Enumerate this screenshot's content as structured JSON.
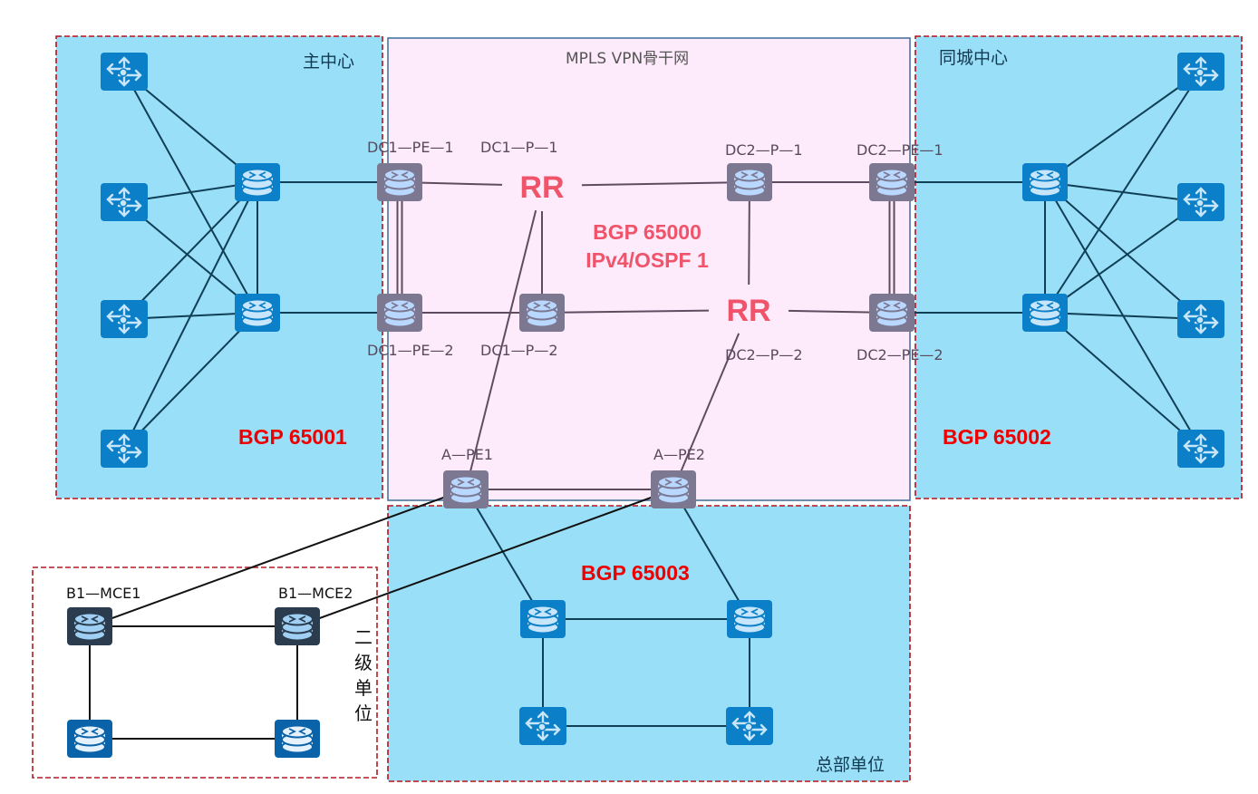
{
  "colors": {
    "zone_fill": "#99dff7",
    "backbone_fill": "#fdeafb",
    "backbone_border": "#4a73a0",
    "dashed_border": "#b8121c",
    "secondary_border": "#b01c24",
    "link_blue_zone": "#0f3f56",
    "link_backbone": "#5e4d60",
    "link_secondary": "#111111",
    "device_blue": "#0b80c8",
    "device_grey": "#7d7891",
    "device_dark": "#2b3c4e",
    "device_mid_blue": "#0a63a8",
    "icon_light": "#b8d8ff",
    "bgp_red": "#ee0000",
    "core_pink": "#f0546a"
  },
  "zones": {
    "main_center": {
      "title": "主中心",
      "bgp": "BGP 65001"
    },
    "backbone": {
      "title": "MPLS  VPN骨干网",
      "bgp_line1": "BGP 65000",
      "bgp_line2": "IPv4/OSPF 1"
    },
    "city_center": {
      "title": "同城中心",
      "bgp": "BGP 65002"
    },
    "headquarters": {
      "title": "总部单位",
      "bgp": "BGP 65003"
    },
    "secondary": {
      "title": "二级单位",
      "title_chars": [
        "二",
        "级",
        "单",
        "位"
      ]
    }
  },
  "nodes": [
    {
      "id": "mc-sw1",
      "type": "switch",
      "style": "blue",
      "label": ""
    },
    {
      "id": "mc-sw2",
      "type": "switch",
      "style": "blue",
      "label": ""
    },
    {
      "id": "mc-sw3",
      "type": "switch",
      "style": "blue",
      "label": ""
    },
    {
      "id": "mc-sw4",
      "type": "switch",
      "style": "blue",
      "label": ""
    },
    {
      "id": "mc-r1",
      "type": "router",
      "style": "blue",
      "label": ""
    },
    {
      "id": "mc-r2",
      "type": "router",
      "style": "blue",
      "label": ""
    },
    {
      "id": "dc1-pe-1",
      "type": "router",
      "style": "grey",
      "label": "DC1—PE—1"
    },
    {
      "id": "dc1-pe-2",
      "type": "router",
      "style": "grey",
      "label": "DC1—PE—2"
    },
    {
      "id": "dc1-p-2",
      "type": "router",
      "style": "grey",
      "label": "DC1—P—2"
    },
    {
      "id": "dc2-p-1",
      "type": "router",
      "style": "grey",
      "label": "DC2—P—1"
    },
    {
      "id": "dc2-pe-1",
      "type": "router",
      "style": "grey",
      "label": "DC2—PE—1"
    },
    {
      "id": "dc2-pe-2",
      "type": "router",
      "style": "grey",
      "label": "DC2—PE—2"
    },
    {
      "id": "a-pe1",
      "type": "router",
      "style": "grey",
      "label": "A—PE1"
    },
    {
      "id": "a-pe2",
      "type": "router",
      "style": "grey",
      "label": "A—PE2"
    },
    {
      "id": "cc-r1",
      "type": "router",
      "style": "blue",
      "label": ""
    },
    {
      "id": "cc-r2",
      "type": "router",
      "style": "blue",
      "label": ""
    },
    {
      "id": "cc-sw1",
      "type": "switch",
      "style": "blue",
      "label": ""
    },
    {
      "id": "cc-sw2",
      "type": "switch",
      "style": "blue",
      "label": ""
    },
    {
      "id": "cc-sw3",
      "type": "switch",
      "style": "blue",
      "label": ""
    },
    {
      "id": "cc-sw4",
      "type": "switch",
      "style": "blue",
      "label": ""
    },
    {
      "id": "hq-r1",
      "type": "router",
      "style": "blue",
      "label": ""
    },
    {
      "id": "hq-r2",
      "type": "router",
      "style": "blue",
      "label": ""
    },
    {
      "id": "hq-sw1",
      "type": "switch",
      "style": "blue",
      "label": ""
    },
    {
      "id": "hq-sw2",
      "type": "switch",
      "style": "blue",
      "label": ""
    },
    {
      "id": "b1-mce1",
      "type": "router",
      "style": "dark",
      "label": "B1—MCE1"
    },
    {
      "id": "b1-mce2",
      "type": "router",
      "style": "dark",
      "label": "B1—MCE2"
    },
    {
      "id": "b1-r3",
      "type": "router",
      "style": "midblue",
      "label": ""
    },
    {
      "id": "b1-r4",
      "type": "router",
      "style": "midblue",
      "label": ""
    }
  ],
  "rr_nodes": [
    {
      "id": "rr-dc1-p-1",
      "text": "RR",
      "label": "DC1—P—1"
    },
    {
      "id": "rr-dc2-p-2",
      "text": "RR",
      "label": "DC2—P—2"
    }
  ],
  "links": [
    [
      "mc-sw1",
      "mc-r1"
    ],
    [
      "mc-sw1",
      "mc-r2"
    ],
    [
      "mc-sw2",
      "mc-r1"
    ],
    [
      "mc-sw2",
      "mc-r2"
    ],
    [
      "mc-sw3",
      "mc-r1"
    ],
    [
      "mc-sw3",
      "mc-r2"
    ],
    [
      "mc-sw4",
      "mc-r1"
    ],
    [
      "mc-sw4",
      "mc-r2"
    ],
    [
      "mc-r1",
      "mc-r2"
    ],
    [
      "mc-r1",
      "dc1-pe-1"
    ],
    [
      "mc-r2",
      "dc1-pe-2"
    ],
    [
      "dc1-pe-1",
      "dc1-pe-2"
    ],
    [
      "dc1-pe-1",
      "rr-dc1-p-1"
    ],
    [
      "rr-dc1-p-1",
      "dc2-p-1"
    ],
    [
      "rr-dc1-p-1",
      "dc1-p-2"
    ],
    [
      "rr-dc1-p-1",
      "a-pe1"
    ],
    [
      "dc2-p-1",
      "dc2-pe-1"
    ],
    [
      "dc2-p-1",
      "rr-dc2-p-2"
    ],
    [
      "dc1-pe-2",
      "dc1-p-2"
    ],
    [
      "dc1-p-2",
      "rr-dc2-p-2"
    ],
    [
      "rr-dc2-p-2",
      "dc2-pe-2"
    ],
    [
      "rr-dc2-p-2",
      "a-pe2"
    ],
    [
      "dc2-pe-1",
      "dc2-pe-2"
    ],
    [
      "a-pe1",
      "a-pe2"
    ],
    [
      "dc2-pe-1",
      "cc-r1"
    ],
    [
      "dc2-pe-2",
      "cc-r2"
    ],
    [
      "cc-r1",
      "cc-r2"
    ],
    [
      "cc-r1",
      "cc-sw1"
    ],
    [
      "cc-r1",
      "cc-sw2"
    ],
    [
      "cc-r1",
      "cc-sw3"
    ],
    [
      "cc-r1",
      "cc-sw4"
    ],
    [
      "cc-r2",
      "cc-sw1"
    ],
    [
      "cc-r2",
      "cc-sw2"
    ],
    [
      "cc-r2",
      "cc-sw3"
    ],
    [
      "cc-r2",
      "cc-sw4"
    ],
    [
      "a-pe1",
      "hq-r1"
    ],
    [
      "a-pe2",
      "hq-r2"
    ],
    [
      "hq-r1",
      "hq-r2"
    ],
    [
      "hq-r1",
      "hq-sw1"
    ],
    [
      "hq-r2",
      "hq-sw2"
    ],
    [
      "hq-sw1",
      "hq-sw2"
    ],
    [
      "a-pe1",
      "b1-mce1"
    ],
    [
      "a-pe2",
      "b1-mce2"
    ],
    [
      "b1-mce1",
      "b1-mce2"
    ],
    [
      "b1-mce1",
      "b1-r3"
    ],
    [
      "b1-mce2",
      "b1-r4"
    ],
    [
      "b1-r3",
      "b1-r4"
    ]
  ]
}
